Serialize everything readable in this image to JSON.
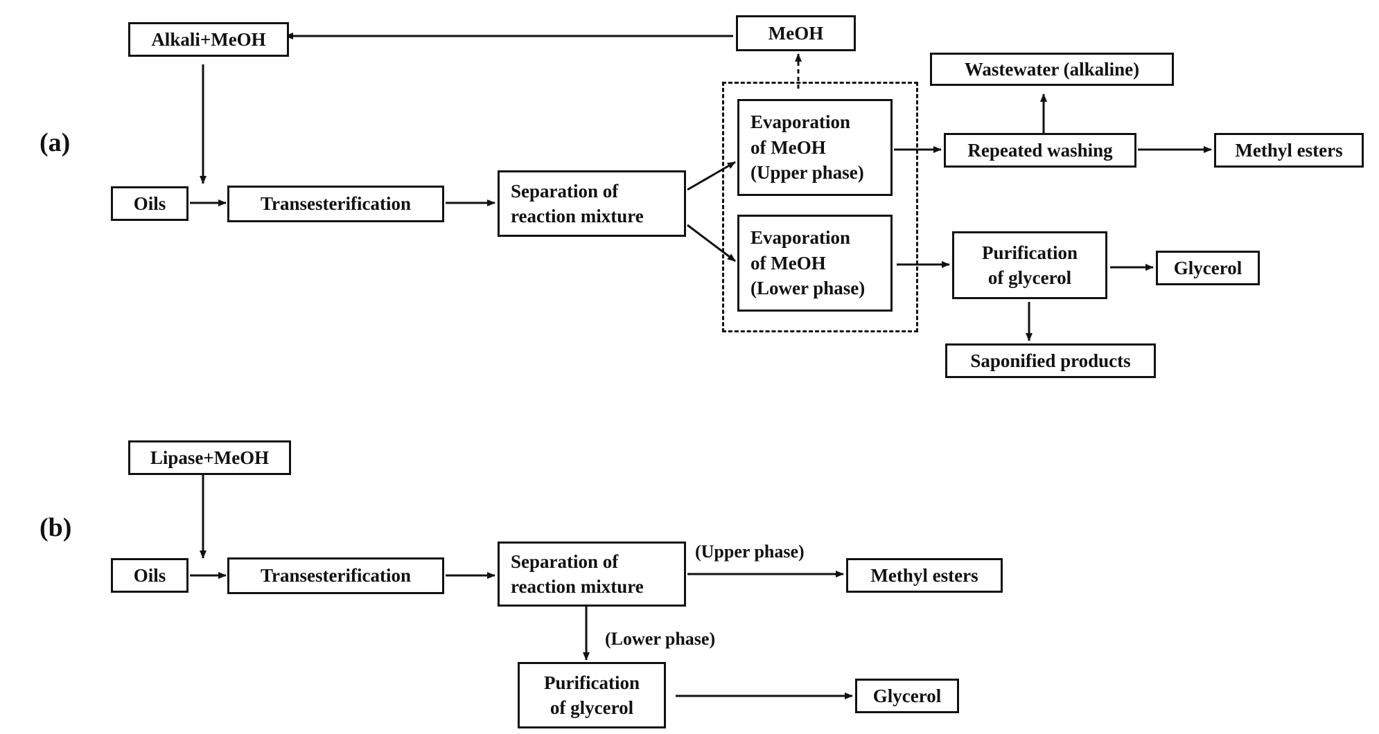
{
  "panel_a": {
    "label": "(a)",
    "alkali_meoh": "Alkali+MeOH",
    "meoh": "MeOH",
    "wastewater": "Wastewater (alkaline)",
    "oils": "Oils",
    "transesterification": "Transesterification",
    "separation": "Separation of\nreaction mixture",
    "evap_upper": "Evaporation\nof MeOH\n(Upper phase)",
    "evap_lower": "Evaporation\nof MeOH\n(Lower phase)",
    "repeated_washing": "Repeated washing",
    "methyl_esters": "Methyl esters",
    "purification": "Purification\nof glycerol",
    "glycerol": "Glycerol",
    "saponified": "Saponified products"
  },
  "panel_b": {
    "label": "(b)",
    "lipase_meoh": "Lipase+MeOH",
    "oils": "Oils",
    "transesterification": "Transesterification",
    "separation": "Separation of\nreaction mixture",
    "upper_phase_label": "(Upper phase)",
    "methyl_esters": "Methyl esters",
    "lower_phase_label": "(Lower phase)",
    "purification": "Purification\nof glycerol",
    "glycerol": "Glycerol"
  }
}
